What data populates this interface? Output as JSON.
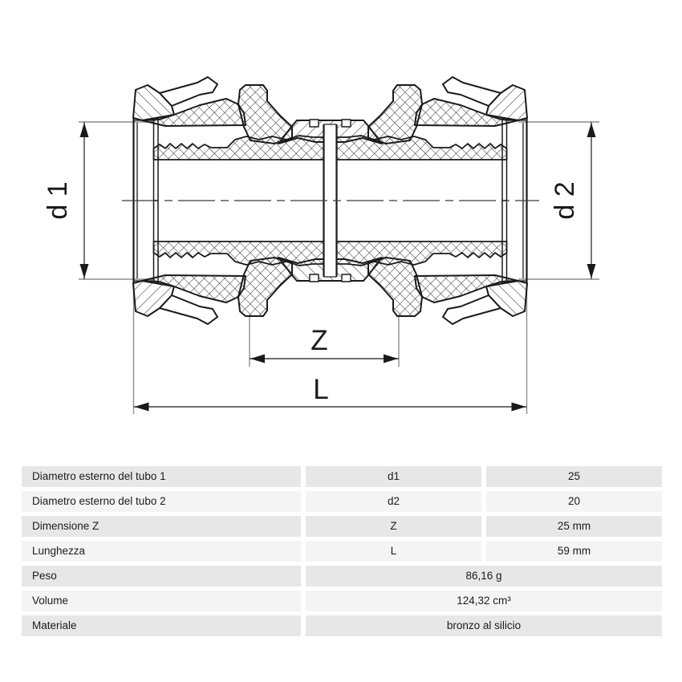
{
  "drawing": {
    "labels": {
      "d1": "d 1",
      "d2": "d 2",
      "z": "Z",
      "l": "L"
    },
    "line_color": "#1a1a1a",
    "dim_line_color": "#3f3f3f",
    "ext_line_color": "#8e8e8e"
  },
  "table": {
    "row_bg_dark": "#e7e7e7",
    "row_bg_light": "#f4f4f4",
    "rows": [
      {
        "label": "Diametro esterno del tubo 1",
        "symbol": "d1",
        "value": "25"
      },
      {
        "label": "Diametro esterno del tubo 2",
        "symbol": "d2",
        "value": "20"
      },
      {
        "label": "Dimensione Z",
        "symbol": "Z",
        "value": "25 mm"
      },
      {
        "label": "Lunghezza",
        "symbol": "L",
        "value": "59 mm"
      },
      {
        "label": "Peso",
        "value": "86,16 g"
      },
      {
        "label": "Volume",
        "value": "124,32 cm³"
      },
      {
        "label": "Materiale",
        "value": "bronzo al silicio"
      }
    ]
  }
}
